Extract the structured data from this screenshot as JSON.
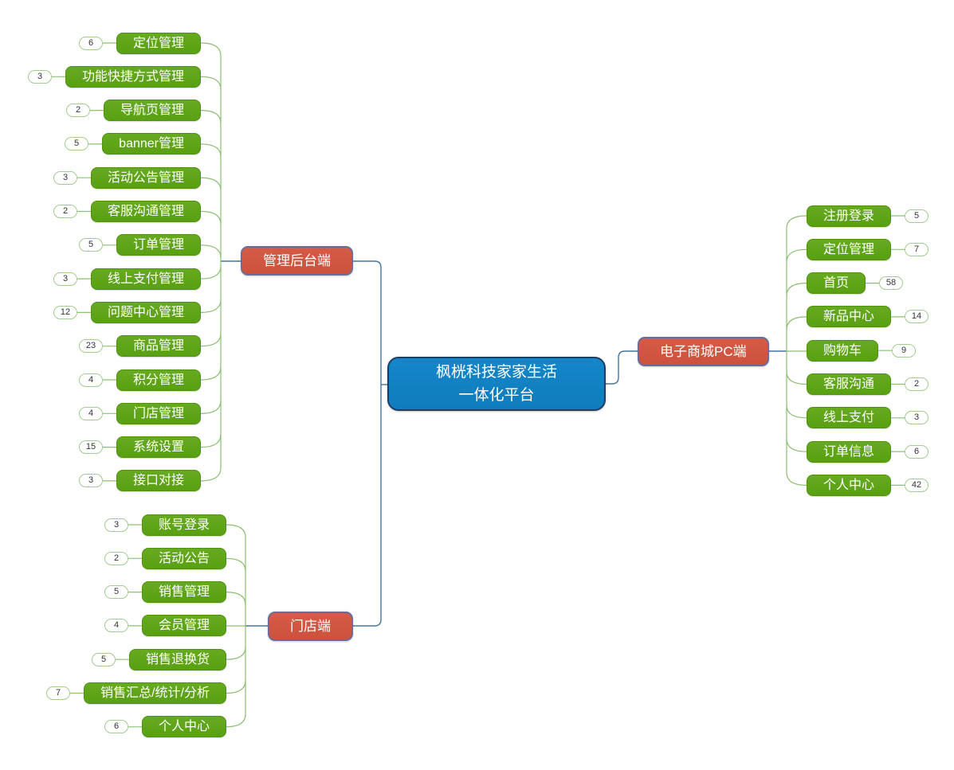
{
  "root": {
    "line1": "枫桄科技家家生活",
    "line2": "一体化平台"
  },
  "colors": {
    "root_bg": "#1181c3",
    "root_border": "#1f3e66",
    "branch_bg": "#d0563f",
    "branch_border": "#6a6c9a",
    "leaf_bg": "#5ea51a",
    "leaf_border": "#4f9210",
    "connector_green": "#8cbf72",
    "connector_blue": "#45749e",
    "badge_border": "#a3cd8e",
    "badge_text": "#333333"
  },
  "branches": [
    {
      "id": "admin",
      "label": "管理后台端",
      "children": [
        {
          "label": "定位管理",
          "count": "6"
        },
        {
          "label": "功能快捷方式管理",
          "count": "3"
        },
        {
          "label": "导航页管理",
          "count": "2"
        },
        {
          "label": "banner管理",
          "count": "5"
        },
        {
          "label": "活动公告管理",
          "count": "3"
        },
        {
          "label": "客服沟通管理",
          "count": "2"
        },
        {
          "label": "订单管理",
          "count": "5"
        },
        {
          "label": "线上支付管理",
          "count": "3"
        },
        {
          "label": "问题中心管理",
          "count": "12"
        },
        {
          "label": "商品管理",
          "count": "23"
        },
        {
          "label": "积分管理",
          "count": "4"
        },
        {
          "label": "门店管理",
          "count": "4"
        },
        {
          "label": "系统设置",
          "count": "15"
        },
        {
          "label": "接口对接",
          "count": "3"
        }
      ]
    },
    {
      "id": "store",
      "label": "门店端",
      "children": [
        {
          "label": "账号登录",
          "count": "3"
        },
        {
          "label": "活动公告",
          "count": "2"
        },
        {
          "label": "销售管理",
          "count": "5"
        },
        {
          "label": "会员管理",
          "count": "4"
        },
        {
          "label": "销售退换货",
          "count": "5"
        },
        {
          "label": "销售汇总/统计/分析",
          "count": "7"
        },
        {
          "label": "个人中心",
          "count": "6"
        }
      ]
    },
    {
      "id": "mall",
      "label": "电子商城PC端",
      "children": [
        {
          "label": "注册登录",
          "count": "5"
        },
        {
          "label": "定位管理",
          "count": "7"
        },
        {
          "label": "首页",
          "count": "58"
        },
        {
          "label": "新品中心",
          "count": "14"
        },
        {
          "label": "购物车",
          "count": "9"
        },
        {
          "label": "客服沟通",
          "count": "2"
        },
        {
          "label": "线上支付",
          "count": "3"
        },
        {
          "label": "订单信息",
          "count": "6"
        },
        {
          "label": "个人中心",
          "count": "42"
        }
      ]
    }
  ]
}
